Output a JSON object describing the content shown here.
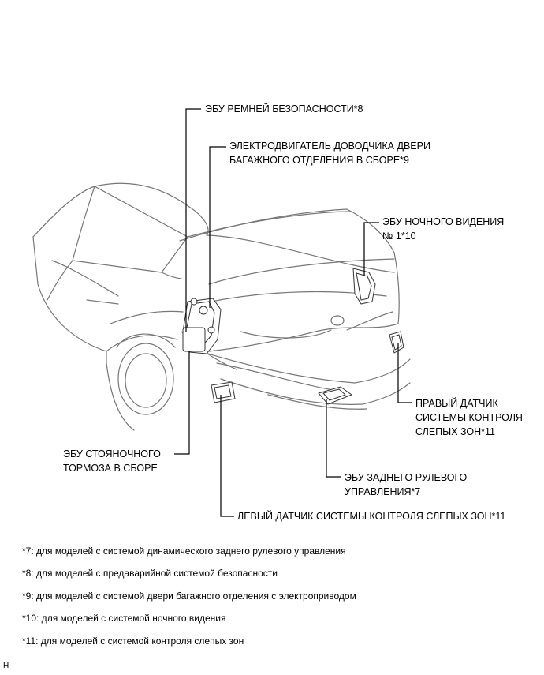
{
  "labels": {
    "seatbelt_ecu": "ЭБУ РЕМНЕЙ БЕЗОПАСНОСТИ*8",
    "trunk_motor": "ЭЛЕКТРОДВИГАТЕЛЬ ДОВОДЧИКА ДВЕРИ\nБАГАЖНОГО ОТДЕЛЕНИЯ В СБОРЕ*9",
    "night_vision_ecu": "ЭБУ НОЧНОГО ВИДЕНИЯ\n№ 1*10",
    "right_bsm": "ПРАВЫЙ ДАТЧИК\nСИСТЕМЫ КОНТРОЛЯ\nСЛЕПЫХ ЗОН*11",
    "parking_brake_ecu": "ЭБУ СТОЯНОЧНОГО\nТОРМОЗА В СБОРЕ",
    "rear_steering_ecu": "ЭБУ ЗАДНЕГО РУЛЕВОГО\nУПРАВЛЕНИЯ*7",
    "left_bsm": "ЛЕВЫЙ ДАТЧИК СИСТЕМЫ КОНТРОЛЯ СЛЕПЫХ ЗОН*11"
  },
  "notes": [
    "*7: для моделей с системой динамического заднего рулевого управления",
    "*8: для моделей с предаварийной системой безопасности",
    "*9: для моделей с системой двери багажного отделения с электроприводом",
    "*10: для моделей с системой ночного видения",
    "*11: для моделей с системой контроля слепых зон"
  ],
  "corner_mark": "H"
}
